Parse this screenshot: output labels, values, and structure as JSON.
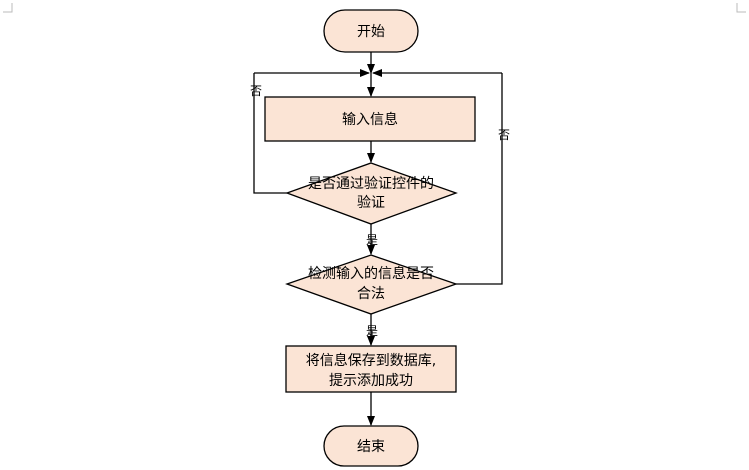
{
  "diagram": {
    "start": "开始",
    "input": "输入信息",
    "decision1": {
      "line1": "是否通过验证控件的",
      "line2": "验证"
    },
    "decision2": {
      "line1": "检测输入的信息是否",
      "line2": "合法"
    },
    "save": {
      "line1": "将信息保存到数据库,",
      "line2": "提示添加成功"
    },
    "end": "结束",
    "yes1": "是",
    "yes2": "是",
    "no1": "否",
    "no2": "否"
  },
  "colors": {
    "fill": "#fbe4d5",
    "stroke": "#000000"
  }
}
